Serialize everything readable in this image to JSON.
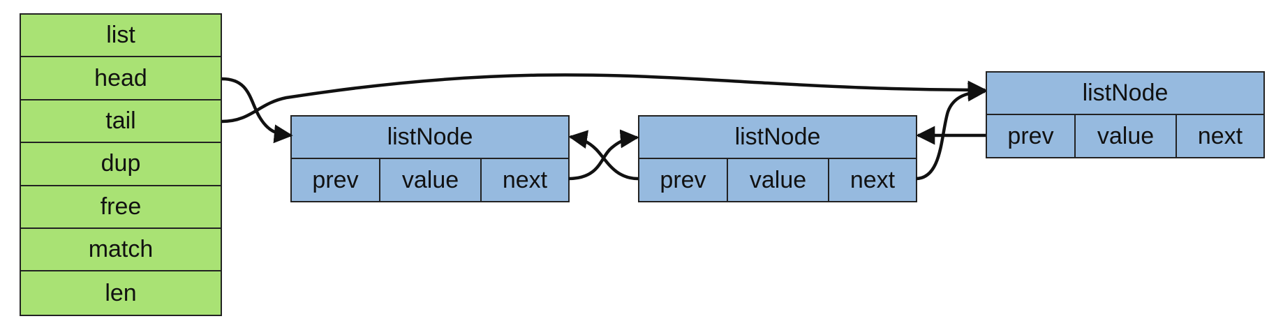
{
  "colors": {
    "list_fill": "#a9e274",
    "node_fill": "#96badf",
    "stroke": "#222222"
  },
  "list_struct": {
    "fields": [
      "list",
      "head",
      "tail",
      "dup",
      "free",
      "match",
      "len"
    ]
  },
  "nodes": [
    {
      "title": "listNode",
      "fields": [
        "prev",
        "value",
        "next"
      ]
    },
    {
      "title": "listNode",
      "fields": [
        "prev",
        "value",
        "next"
      ]
    },
    {
      "title": "listNode",
      "fields": [
        "prev",
        "value",
        "next"
      ]
    }
  ]
}
